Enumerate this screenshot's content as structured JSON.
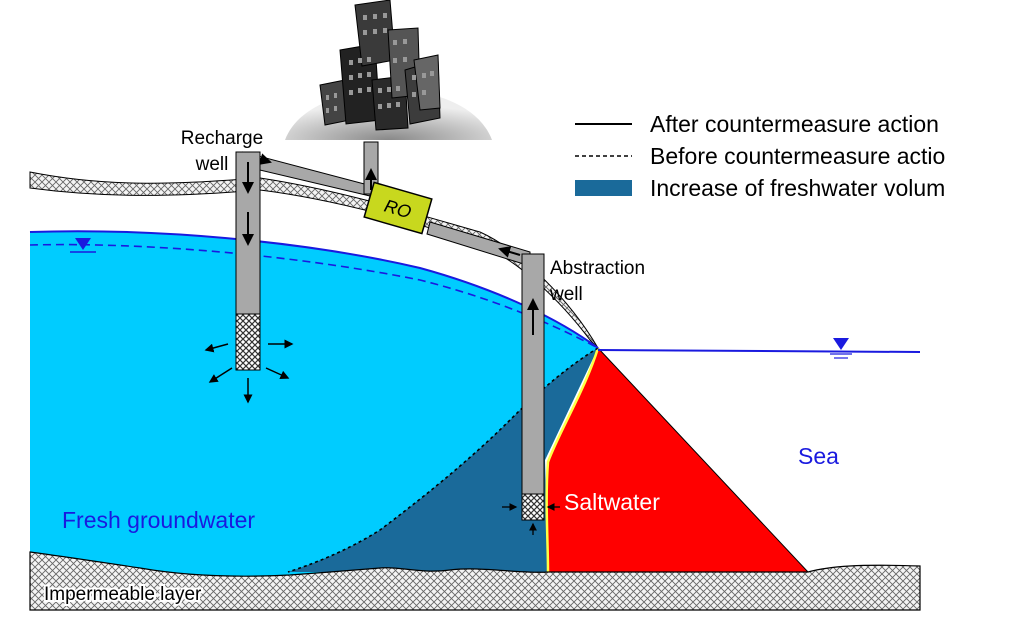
{
  "labels": {
    "recharge_well_line1": "Recharge",
    "recharge_well_line2": "well",
    "abstraction_well_line1": "Abstraction",
    "abstraction_well_line2": "well",
    "ro": "RO",
    "sea": "Sea",
    "saltwater": "Saltwater",
    "fresh_groundwater": "Fresh groundwater",
    "impermeable_layer": "Impermeable layer"
  },
  "legend": {
    "items": [
      {
        "style": "solid-line",
        "label": "After countermeasure action"
      },
      {
        "style": "dashed-line",
        "label": "Before countermeasure actio"
      },
      {
        "style": "filled-box",
        "label": "Increase of freshwater volum"
      }
    ]
  },
  "colors": {
    "fresh_groundwater": "#00ccff",
    "freshwater_increase": "#1a6a9a",
    "saltwater": "#ff0000",
    "interface_line": "#ffff44",
    "water_label": "#1a1adf",
    "ro_box": "#c8d81e",
    "well_casing": "#a8a8a8",
    "impermeable_hatch": "#e8e8e8"
  },
  "icons": {
    "city": "city-buildings-icon",
    "water_table_marker": "water-level-triangle-icon"
  }
}
